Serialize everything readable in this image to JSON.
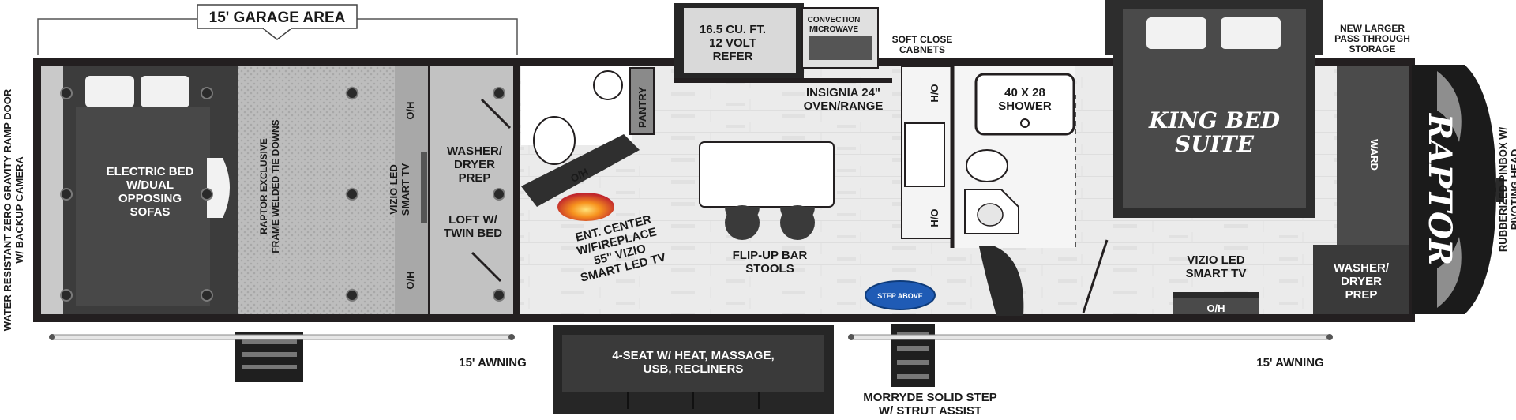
{
  "garage": {
    "area_title": "15' GARAGE AREA",
    "ramp_door": [
      "WATER RESISTANT ZERO GRAVITY RAMP DOOR",
      "W/ BACKUP CAMERA"
    ],
    "bed": [
      "ELECTRIC BED",
      "W/DUAL",
      "OPPOSING",
      "SOFAS"
    ],
    "tie_downs": [
      "RAPTOR EXCLUSIVE",
      "FRAME WELDED TIE DOWNS"
    ],
    "tv": [
      "VIZIO LED",
      "SMART TV"
    ],
    "oh": "O/H",
    "washer": [
      "WASHER/",
      "DRYER",
      "PREP"
    ],
    "loft": [
      "LOFT W/",
      "TWIN BED"
    ],
    "awning": "15' AWNING"
  },
  "living": {
    "refer": [
      "16.5 CU. FT.",
      "12 VOLT",
      "REFER"
    ],
    "microwave": [
      "CONVECTION",
      "MICROWAVE"
    ],
    "pantry": "PANTRY",
    "oven": [
      "INSIGNIA 24\"",
      "OVEN/RANGE"
    ],
    "soft_close": [
      "SOFT CLOSE",
      "CABNETS"
    ],
    "oh": "O/H",
    "ent_center": [
      "ENT. CENTER",
      "W/FIREPLACE",
      "55\" VIZIO",
      "SMART LED TV"
    ],
    "bar_stools": [
      "FLIP-UP BAR",
      "STOOLS"
    ],
    "sofa": [
      "4-SEAT W/ HEAT, MASSAGE,",
      "USB, RECLINERS"
    ],
    "step": [
      "MORRYDE SOLID STEP",
      "W/ STRUT ASSIST"
    ],
    "step_badge": "STEP ABOVE"
  },
  "bedroom": {
    "shower": "40 X 28\nSHOWER",
    "shower_lines": [
      "40 X 28",
      "SHOWER"
    ],
    "storage": [
      "NEW LARGER",
      "PASS THROUGH",
      "STORAGE"
    ],
    "suite": [
      "KING BED",
      "SUITE"
    ],
    "ward": "WARD",
    "tv": [
      "VIZIO LED",
      "SMART TV"
    ],
    "washer": [
      "WASHER/",
      "DRYER",
      "PREP"
    ],
    "oh": "O/H",
    "awning": "15' AWNING",
    "brand": "RAPTOR",
    "pinbox": [
      "RUBBERIZED PINBOX W/",
      "PIVOTING HEAD"
    ],
    "ho": "H/O"
  },
  "colors": {
    "wall": "#231f20",
    "garage_floor": "#bcbcbc",
    "living_floor": "#e9e9e9",
    "bed": "#4a4a4a",
    "sofa": "#2f2f2f",
    "badge": "#1f5bb5"
  }
}
